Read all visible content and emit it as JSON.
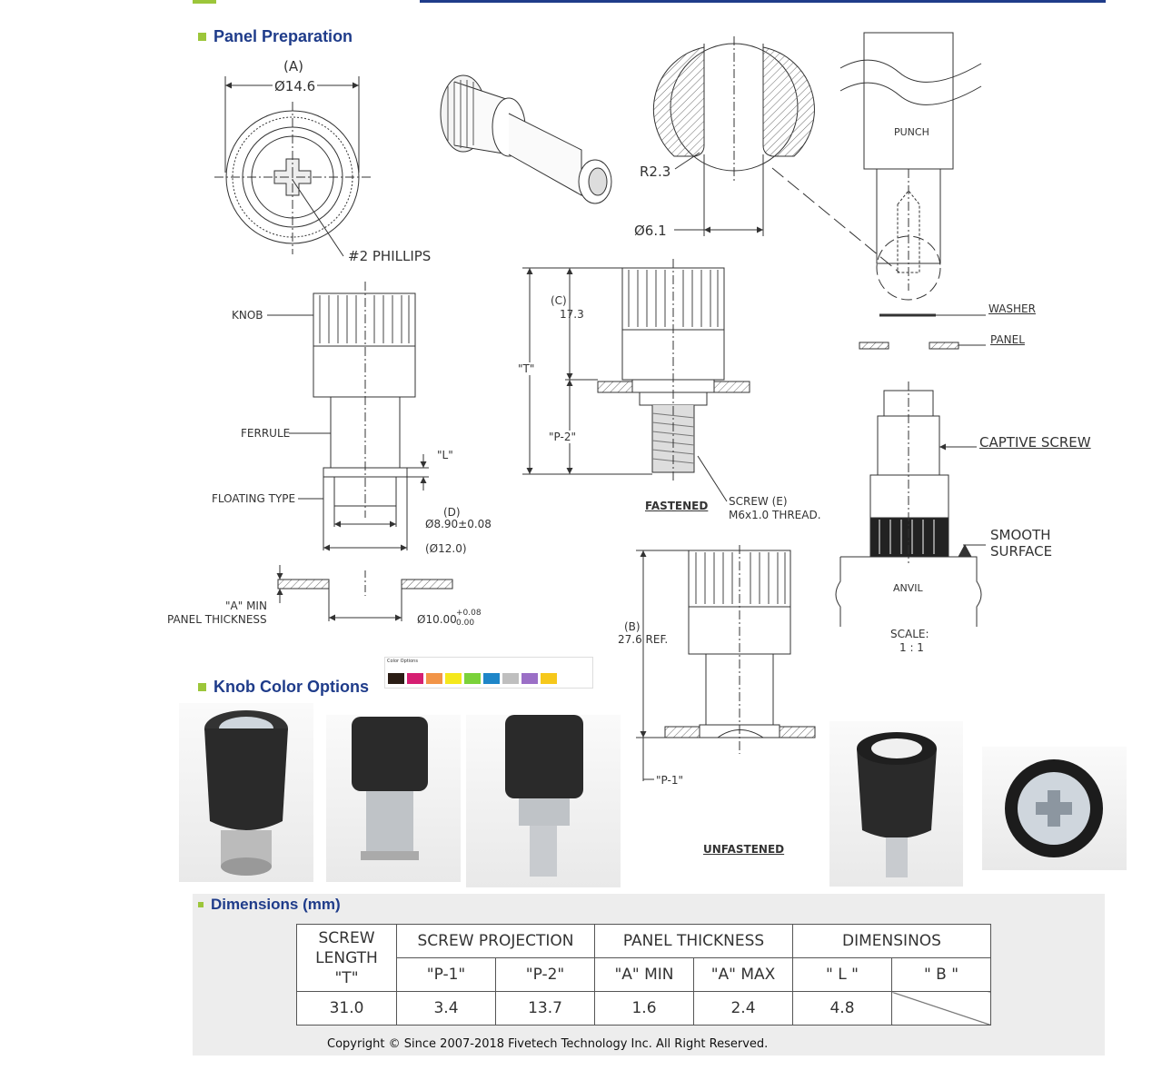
{
  "sections": {
    "panel_prep": "Panel Preparation",
    "knob_colors": "Knob Color Options",
    "dimensions": "Dimensions (mm)"
  },
  "top_view": {
    "label_a": "(A)",
    "dia": "Ø14.6",
    "phillips": "#2 PHILLIPS"
  },
  "side_view": {
    "knob": "KNOB",
    "ferrule": "FERRULE",
    "floating": "FLOATING TYPE",
    "l": "\"L\"",
    "d": "(D)",
    "d_val": "Ø8.90±0.08",
    "d12": "(Ø12.0)",
    "a_min": "\"A\" MIN",
    "panel_thk": "PANEL THICKNESS",
    "hole": "Ø10.00",
    "tol_up": "+0.08",
    "tol_dn": "0.00"
  },
  "detail": {
    "r": "R2.3",
    "dia": "Ø6.1"
  },
  "fastened": {
    "c": "(C)",
    "c_val": "17.3",
    "t": "\"T\"",
    "p2": "\"P-2\"",
    "title": "FASTENED",
    "screw": "SCREW (E)",
    "thread": "M6x1.0 THREAD."
  },
  "unfastened": {
    "b": "(B)",
    "b_val": "27.6 REF.",
    "p1": "\"P-1\"",
    "title": "UNFASTENED"
  },
  "press": {
    "punch": "PUNCH",
    "washer": "WASHER",
    "panel": "PANEL",
    "captive": "CAPTIVE SCREW",
    "smooth1": "SMOOTH",
    "smooth2": "SURFACE",
    "anvil": "ANVIL",
    "scale": "SCALE:",
    "scale_val": "1 : 1"
  },
  "color_options": {
    "caption": "Color Options",
    "colors": [
      "#2b1d15",
      "#d61f72",
      "#f29447",
      "#f5e81c",
      "#7bd23a",
      "#1f86c8",
      "#bfbfbf",
      "#9b6fc6",
      "#f6c81b"
    ]
  },
  "table": {
    "h_screw_length": [
      "SCREW",
      "LENGTH",
      "\"T\""
    ],
    "h_projection": "SCREW PROJECTION",
    "h_panel": "PANEL THICKNESS",
    "h_dims": "DIMENSINOS",
    "sub": [
      "\"P-1\"",
      "\"P-2\"",
      "\"A\" MIN",
      "\"A\" MAX",
      "\" L \"",
      "\" B \""
    ],
    "row": [
      "31.0",
      "3.4",
      "13.7",
      "1.6",
      "2.4",
      "4.8",
      ""
    ]
  },
  "copyright": "Copyright © Since 2007-2018 Fivetech Technology Inc. All Right Reserved."
}
